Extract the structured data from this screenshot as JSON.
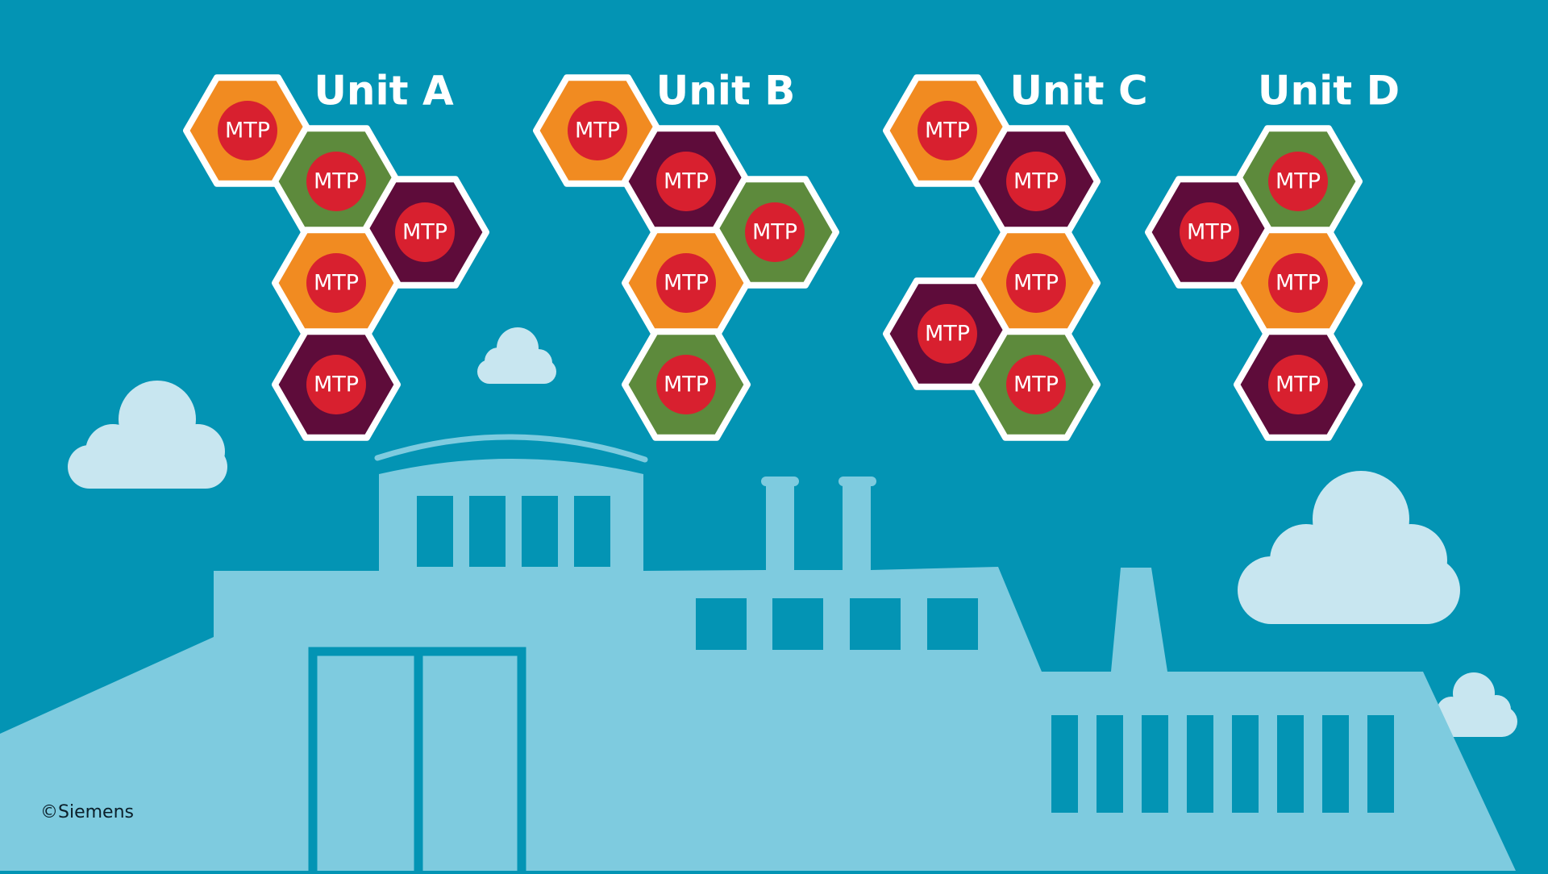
{
  "colors": {
    "background": "#0394b4",
    "building": "#7ecbdf",
    "cloud": "#c8e6f0",
    "hex_border": "#ffffff",
    "mtp_circle": "#d8202f",
    "orange": "#f18b21",
    "green": "#5d8a3c",
    "purple": "#5e0c3a"
  },
  "module_label": "MTP",
  "units": [
    {
      "name": "Unit A",
      "modules": [
        "orange",
        "green",
        "purple",
        "orange",
        "purple"
      ]
    },
    {
      "name": "Unit B",
      "modules": [
        "orange",
        "purple",
        "green",
        "orange",
        "green"
      ]
    },
    {
      "name": "Unit C",
      "modules": [
        "orange",
        "purple",
        "orange",
        "purple",
        "green"
      ]
    },
    {
      "name": "Unit D",
      "modules": [
        "green",
        "purple",
        "orange",
        "purple"
      ]
    }
  ],
  "copyright": "©Siemens"
}
